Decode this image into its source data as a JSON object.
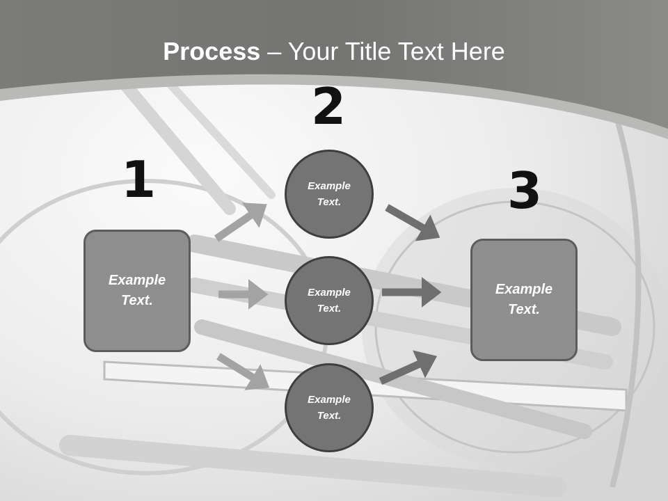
{
  "title": {
    "bold": "Process",
    "rest": " – Your Title Text Here"
  },
  "steps": {
    "one": "1",
    "two": "2",
    "three": "3"
  },
  "nodes": {
    "left_box": "Example\nText.",
    "circle_top": "Example\nText.",
    "circle_middle": "Example\nText.",
    "circle_bottom": "Example\nText.",
    "right_box": "Example\nText."
  },
  "colors": {
    "header": "#777775",
    "box_fill": "#8e8e8e",
    "circle_fill": "#747474",
    "arrow_light": "#a3a3a3",
    "arrow_dark": "#6f6f6f"
  }
}
